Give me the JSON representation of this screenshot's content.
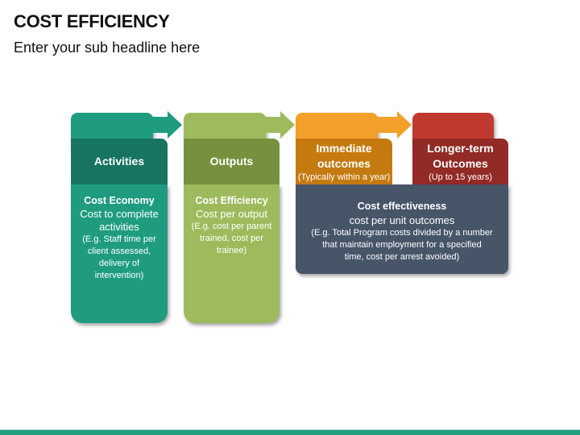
{
  "header": {
    "title": "COST EFFICIENCY",
    "subtitle": "Enter your sub headline here"
  },
  "colors": {
    "activities_light": "#1f9c80",
    "activities_dark": "#167460",
    "outputs_light": "#9dbb5c",
    "outputs_dark": "#76913d",
    "immediate_light": "#f3a02a",
    "immediate_dark": "#c57a0f",
    "longterm_light": "#c0392f",
    "longterm_dark": "#922a25",
    "effectiveness_box": "#475569",
    "footer_bar": "#22a080"
  },
  "stages": [
    {
      "id": "activities",
      "label": "Activities",
      "body_title": "Cost Economy",
      "body_line": "Cost to complete activities",
      "body_note": "(E.g. Staff time per client assessed, delivery of intervention)"
    },
    {
      "id": "outputs",
      "label": "Outputs",
      "body_title": "Cost Efficiency",
      "body_line": "Cost per output",
      "body_note": "(E.g. cost per parent trained, cost per trainee)"
    },
    {
      "id": "immediate",
      "label_line1": "Immediate",
      "label_line2": "outcomes",
      "sublabel": "(Typically within a year)"
    },
    {
      "id": "longterm",
      "label_line1": "Longer-term",
      "label_line2": "Outcomes",
      "sublabel": "(Up to 15 years)"
    }
  ],
  "effectiveness": {
    "title": "Cost effectiveness",
    "line": "cost per unit outcomes",
    "note_line1": "(E.g. Total Program costs divided by a number",
    "note_line2": "that maintain employment for a specified",
    "note_line3": "time, cost per arrest avoided)"
  },
  "icons": {
    "flow_arrow": "right-arrow-icon"
  }
}
